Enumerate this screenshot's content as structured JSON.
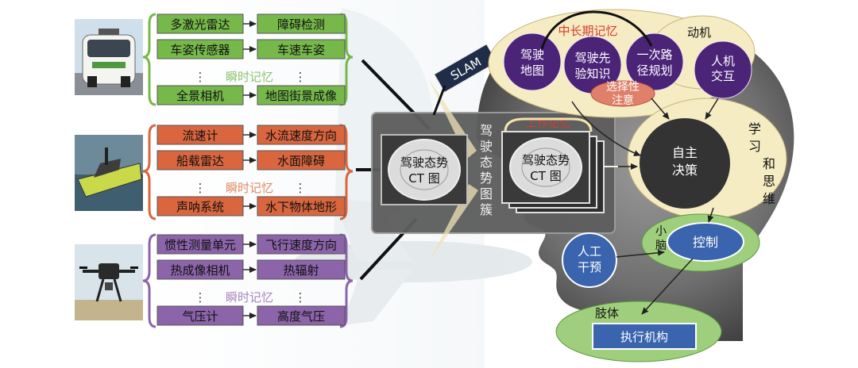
{
  "sensor_groups": [
    {
      "id": "vehicle",
      "memory_label": "瞬时记忆",
      "rows": [
        {
          "sensor": "多激光雷达",
          "output": "障碍检测"
        },
        {
          "sensor": "车姿传感器",
          "output": "车速车姿"
        },
        {
          "sensor": "⋮",
          "output": "⋮"
        },
        {
          "sensor": "全景相机",
          "output": "地图街景成像"
        }
      ]
    },
    {
      "id": "vessel",
      "memory_label": "瞬时记忆",
      "rows": [
        {
          "sensor": "流速计",
          "output": "水流速度方向"
        },
        {
          "sensor": "船载雷达",
          "output": "水面障碍"
        },
        {
          "sensor": "⋮",
          "output": "⋮"
        },
        {
          "sensor": "声呐系统",
          "output": "水下物体地形"
        }
      ]
    },
    {
      "id": "drone",
      "memory_label": "瞬时记忆",
      "rows": [
        {
          "sensor": "惯性测量单元",
          "output": "飞行速度方向"
        },
        {
          "sensor": "热成像相机",
          "output": "热辐射"
        },
        {
          "sensor": "⋮",
          "output": "⋮"
        },
        {
          "sensor": "气压计",
          "output": "高度气压"
        }
      ]
    }
  ],
  "ct_map": {
    "line1": "驾驶态势",
    "line2": "CT 图"
  },
  "cluster_label": "驾驶态势图簇",
  "working_memory": "工作记忆",
  "slam": "SLAM",
  "long_term_memory": "中长期记忆",
  "motivation": "动机",
  "memory_nodes": [
    {
      "l1": "驾驶",
      "l2": "地图"
    },
    {
      "l1": "驾驶先",
      "l2": "验知识"
    },
    {
      "l1": "一次路",
      "l2": "径规划"
    }
  ],
  "human_interaction": {
    "l1": "人机",
    "l2": "交互"
  },
  "selective_attention": {
    "l1": "选择性",
    "l2": "注意"
  },
  "learning_thinking": "学习和思维",
  "autonomous_decision": {
    "l1": "自主",
    "l2": "决策"
  },
  "cerebellum": {
    "l1": "小",
    "l2": "脑"
  },
  "control": "控制",
  "manual_intervention": {
    "l1": "人工",
    "l2": "干预"
  },
  "limbs": "肢体",
  "actuator": "执行机构",
  "colors": {
    "vehicle_box": "#76b94a",
    "vessel_box": "#d9663f",
    "drone_box": "#8c64aa",
    "purple_node": "#4b2377",
    "cream": "#f6ecc4",
    "dark_node": "#333333",
    "green_ellipse": "#9fcf7c",
    "blue_node": "#3a64ad",
    "red_text": "#d63a2c"
  }
}
